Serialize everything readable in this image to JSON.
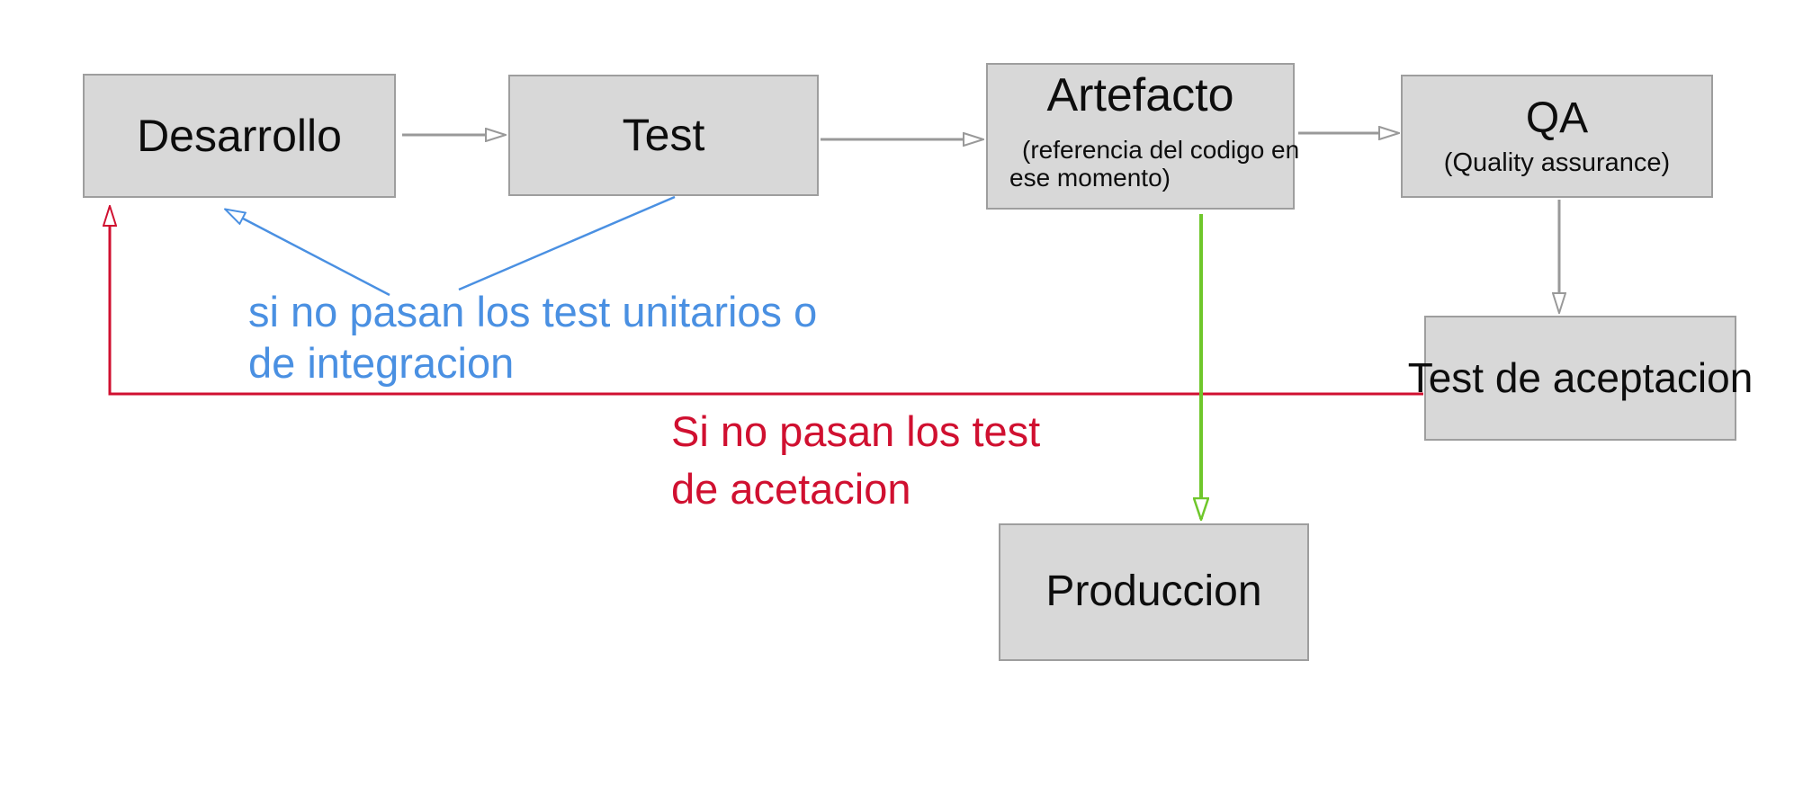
{
  "nodes": {
    "desarrollo": {
      "label": "Desarrollo"
    },
    "test": {
      "label": "Test"
    },
    "artefacto": {
      "label": "Artefacto",
      "sublabel_line1": "(referencia del codigo en",
      "sublabel_line2": "ese momento)"
    },
    "qa": {
      "label": "QA",
      "sublabel": "(Quality assurance)"
    },
    "test_aceptacion": {
      "label": "Test de aceptacion"
    },
    "produccion": {
      "label": "Produccion"
    }
  },
  "annotations": {
    "unit_test_fail": {
      "line1": "si no pasan los test unitarios o",
      "line2": "de integracion"
    },
    "acceptance_test_fail": {
      "line1": "Si no pasan los test",
      "line2": "de acetacion"
    }
  },
  "edges": [
    {
      "from": "Desarrollo",
      "to": "Test",
      "color": "gray",
      "style": "arrow"
    },
    {
      "from": "Test",
      "to": "Artefacto",
      "color": "gray",
      "style": "arrow"
    },
    {
      "from": "Artefacto",
      "to": "QA",
      "color": "gray",
      "style": "arrow"
    },
    {
      "from": "QA",
      "to": "Test de aceptacion",
      "color": "gray",
      "style": "arrow"
    },
    {
      "from": "Artefacto",
      "to": "Produccion",
      "color": "green",
      "style": "arrow"
    },
    {
      "from": "Test de aceptacion",
      "to": "Desarrollo",
      "color": "red",
      "style": "arrow",
      "label": "Si no pasan los test de acetacion"
    },
    {
      "from": "annotation-unit-test-fail",
      "to": "Desarrollo",
      "color": "blue",
      "style": "arrow"
    },
    {
      "from": "annotation-unit-test-fail",
      "to": "Test",
      "color": "blue",
      "style": "line"
    }
  ],
  "colors": {
    "box_fill": "#d8d8d8",
    "box_border": "#9e9e9e",
    "arrow_gray": "#999999",
    "arrow_green": "#6fc72b",
    "arrow_red": "#d01030",
    "arrow_blue": "#4a90e2",
    "text": "#0d0d0d",
    "background": "#ffffff"
  }
}
